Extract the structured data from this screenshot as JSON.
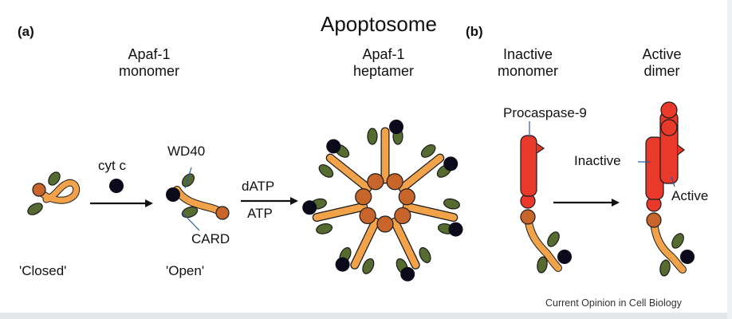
{
  "figure": {
    "title": "Apoptosome",
    "panel_a": "(a)",
    "panel_b": "(b)",
    "header_apaf1_monomer": [
      "Apaf-1",
      "monomer"
    ],
    "header_apaf1_heptamer": [
      "Apaf-1",
      "heptamer"
    ],
    "header_inactive_monomer": [
      "Inactive",
      "monomer"
    ],
    "header_active_dimer": [
      "Active",
      "dimer"
    ],
    "label_cytc": "cyt c",
    "label_wd40": "WD40",
    "label_card": "CARD",
    "label_datp": "dATP",
    "label_atp": "ATP",
    "label_procaspase": "Procaspase-9",
    "label_inactive": "Inactive",
    "label_active": "Active",
    "state_closed": "'Closed'",
    "state_open": "'Open'",
    "footer": "Current Opinion in Cell Biology"
  },
  "colors": {
    "apaf_body": "#f2a34a",
    "card_domain": "#c8652a",
    "wd40_leaf": "#556b2f",
    "cytochrome_c": "#0a0a1a",
    "caspase": "#e8392b",
    "outline": "#1a1a1a"
  }
}
